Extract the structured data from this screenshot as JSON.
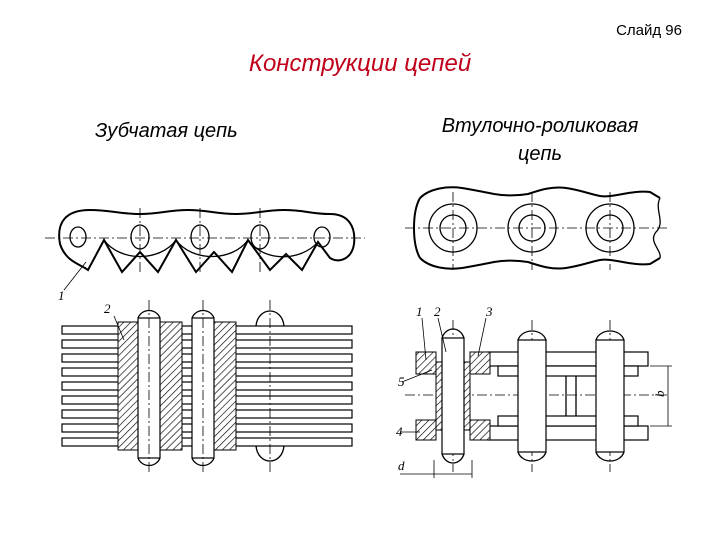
{
  "slide_number": "Слайд 96",
  "title": "Конструкции цепей",
  "left_diagram": {
    "label": "Зубчатая цепь",
    "callouts": [
      "1",
      "2"
    ]
  },
  "right_diagram": {
    "label_line1": "Втулочно-роликовая",
    "label_line2": "цепь",
    "callouts": [
      "1",
      "2",
      "3",
      "5",
      "4"
    ],
    "dimension_d": "d",
    "dimension_b": "b"
  }
}
